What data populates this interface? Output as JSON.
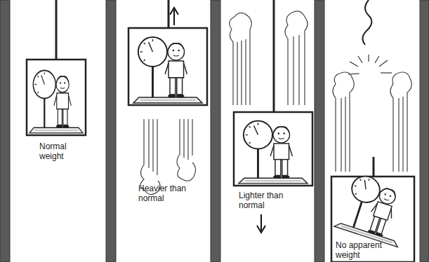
{
  "diagram": {
    "labels": [
      "Normal weight",
      "Heavier than normal",
      "Lighter than normal",
      "No apparent weight"
    ]
  }
}
